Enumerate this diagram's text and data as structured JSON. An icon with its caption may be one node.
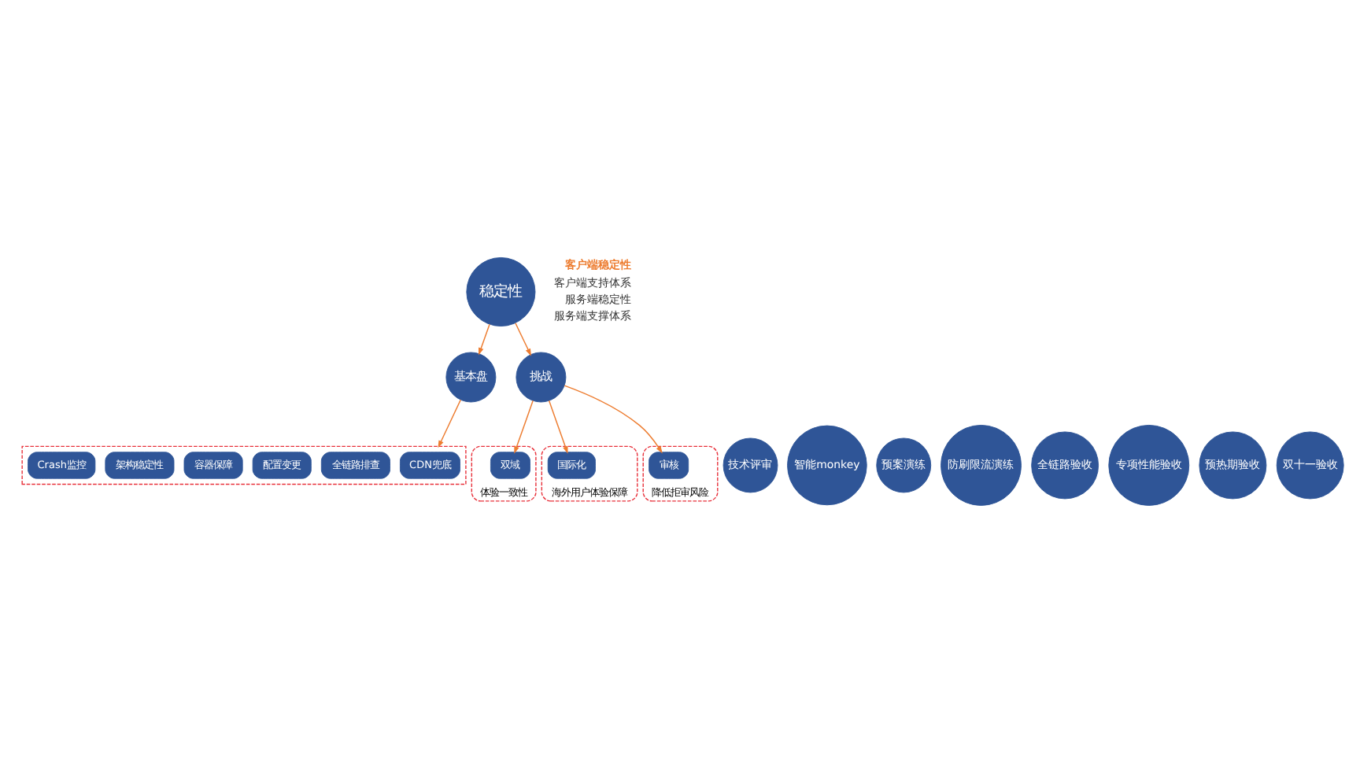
{
  "diagram": {
    "nodes": [
      {
        "text": [
          "稳定性"
        ]
      },
      {
        "text": [
          "基本盘"
        ]
      },
      {
        "text": [
          "挑战"
        ]
      },
      {
        "text": [],
        "shape": "box"
      },
      {
        "text": [
          "CDN兜底"
        ],
        "in": 3
      },
      {
        "text": [
          "全链路排查"
        ],
        "in": 3
      },
      {
        "text": [
          "配置变更"
        ],
        "in": 3
      },
      {
        "text": [
          "容器保障"
        ],
        "in": 3
      },
      {
        "text": [
          "架构稳定性"
        ],
        "in": 3
      },
      {
        "text": [
          "Crash监控"
        ],
        "in": 3
      },
      {
        "text": [
          "体验一致性"
        ]
      },
      {
        "text": [
          "双域"
        ],
        "in": 10
      },
      {
        "text": [
          "海外用户体验保障"
        ]
      },
      {
        "text": [
          "国际化"
        ],
        "in": 12
      },
      {
        "text": [
          "降低拒审风险"
        ]
      },
      {
        "text": [
          "审核"
        ],
        "in": 14
      },
      {
        "text": [
          "技术评审"
        ]
      },
      {
        "text": [
          "智能monkey"
        ]
      },
      {
        "text": [
          "预案演练"
        ]
      },
      {
        "text": [
          "防刷限流演练"
        ]
      },
      {
        "text": [
          "全链路验收"
        ]
      },
      {
        "text": [
          "专项性能验收"
        ]
      },
      {
        "text": [
          "预热期验收"
        ]
      },
      {
        "text": [
          "双十一验收"
        ]
      }
    ],
    "edges": [
      {
        "from": 0,
        "to": 1,
        "arrow": "to"
      },
      {
        "from": 0,
        "to": 2,
        "arrow": "to"
      },
      {
        "from": 1,
        "to": 3,
        "arrow": "to"
      },
      {
        "from": 2,
        "to": 11,
        "arrow": "to"
      },
      {
        "from": 2,
        "to": 13,
        "arrow": "to"
      },
      {
        "from": 2,
        "to": 15,
        "arrow": "to"
      }
    ],
    "labels": [
      "客户端稳定性",
      "客户端支持体系",
      "服务端稳定性",
      "服务端支撑体系"
    ]
  }
}
